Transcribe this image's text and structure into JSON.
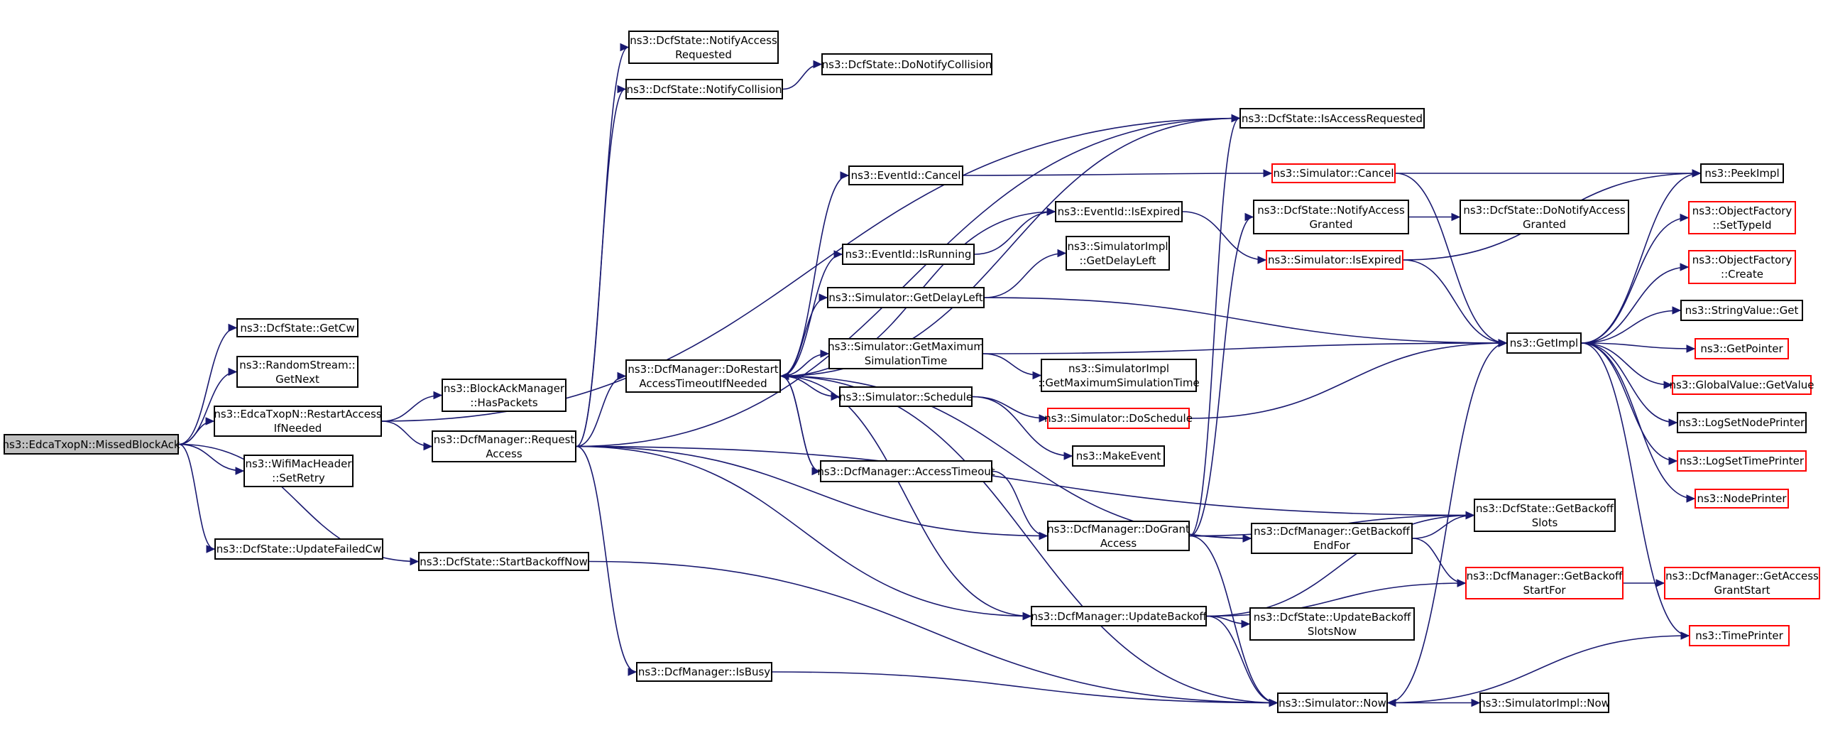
{
  "graph": {
    "edge_color": "#191970",
    "default_border": "#000000",
    "truncated_border": "#ff0000",
    "root_fill": "#bfbfbf",
    "nodes": [
      {
        "id": "missed",
        "lines": [
          "ns3::EdcaTxopN::MissedBlockAck"
        ],
        "root": true
      },
      {
        "id": "getcw",
        "lines": [
          "ns3::DcfState::GetCw"
        ]
      },
      {
        "id": "rsgetnext",
        "lines": [
          "ns3::RandomStream::",
          "GetNext"
        ]
      },
      {
        "id": "restartaccess",
        "lines": [
          "ns3::EdcaTxopN::RestartAccess",
          "IfNeeded"
        ]
      },
      {
        "id": "setretry",
        "lines": [
          "ns3::WifiMacHeader",
          "::SetRetry"
        ]
      },
      {
        "id": "updatefailedcw",
        "lines": [
          "ns3::DcfState::UpdateFailedCw"
        ]
      },
      {
        "id": "startbackoffnow",
        "lines": [
          "ns3::DcfState::StartBackoffNow"
        ]
      },
      {
        "id": "haspackets",
        "lines": [
          "ns3::BlockAckManager",
          "::HasPackets"
        ]
      },
      {
        "id": "requestaccess",
        "lines": [
          "ns3::DcfManager::Request",
          "Access"
        ]
      },
      {
        "id": "notifyaccessreq",
        "lines": [
          "ns3::DcfState::NotifyAccess",
          "Requested"
        ]
      },
      {
        "id": "notifycollision",
        "lines": [
          "ns3::DcfState::NotifyCollision"
        ]
      },
      {
        "id": "donotifycollision",
        "lines": [
          "ns3::DcfState::DoNotifyCollision"
        ]
      },
      {
        "id": "dorestart",
        "lines": [
          "ns3::DcfManager::DoRestart",
          "AccessTimeoutIfNeeded"
        ]
      },
      {
        "id": "isbusy",
        "lines": [
          "ns3::DcfManager::IsBusy"
        ]
      },
      {
        "id": "isaccessrequested",
        "lines": [
          "ns3::DcfState::IsAccessRequested"
        ]
      },
      {
        "id": "eventcancel",
        "lines": [
          "ns3::EventId::Cancel"
        ]
      },
      {
        "id": "eventisrunning",
        "lines": [
          "ns3::EventId::IsRunning"
        ]
      },
      {
        "id": "eventisexpired",
        "lines": [
          "ns3::EventId::IsExpired"
        ]
      },
      {
        "id": "simgetdelayleft",
        "lines": [
          "ns3::Simulator::GetDelayLeft"
        ]
      },
      {
        "id": "simimplgetdelayleft",
        "lines": [
          "ns3::SimulatorImpl",
          "::GetDelayLeft"
        ]
      },
      {
        "id": "simgetmaxsim",
        "lines": [
          "ns3::Simulator::GetMaximum",
          "SimulationTime"
        ]
      },
      {
        "id": "simimplgetmax",
        "lines": [
          "ns3::SimulatorImpl",
          "::GetMaximumSimulationTime"
        ]
      },
      {
        "id": "simschedule",
        "lines": [
          "ns3::Simulator::Schedule"
        ]
      },
      {
        "id": "simdoschedule",
        "lines": [
          "ns3::Simulator::DoSchedule"
        ],
        "red": true
      },
      {
        "id": "makeevent",
        "lines": [
          "ns3::MakeEvent"
        ]
      },
      {
        "id": "accesstimeout",
        "lines": [
          "ns3::DcfManager::AccessTimeout"
        ]
      },
      {
        "id": "dogrant",
        "lines": [
          "ns3::DcfManager::DoGrant",
          "Access"
        ]
      },
      {
        "id": "updatebackoff",
        "lines": [
          "ns3::DcfManager::UpdateBackoff"
        ]
      },
      {
        "id": "simcancel",
        "lines": [
          "ns3::Simulator::Cancel"
        ],
        "red": true
      },
      {
        "id": "notifyaccessgranted",
        "lines": [
          "ns3::DcfState::NotifyAccess",
          "Granted"
        ]
      },
      {
        "id": "donotifyaccessgranted",
        "lines": [
          "ns3::DcfState::DoNotifyAccess",
          "Granted"
        ]
      },
      {
        "id": "simisexpired",
        "lines": [
          "ns3::Simulator::IsExpired"
        ],
        "red": true
      },
      {
        "id": "getbackoffendfor",
        "lines": [
          "ns3::DcfManager::GetBackoff",
          "EndFor"
        ]
      },
      {
        "id": "getbackoffslots",
        "lines": [
          "ns3::DcfState::GetBackoff",
          "Slots"
        ]
      },
      {
        "id": "getbackoffstartfor",
        "lines": [
          "ns3::DcfManager::GetBackoff",
          "StartFor"
        ],
        "red": true
      },
      {
        "id": "updatebackoffslotsnow",
        "lines": [
          "ns3::DcfState::UpdateBackoff",
          "SlotsNow"
        ]
      },
      {
        "id": "simnow",
        "lines": [
          "ns3::Simulator::Now"
        ]
      },
      {
        "id": "simimplnow",
        "lines": [
          "ns3::SimulatorImpl::Now"
        ]
      },
      {
        "id": "getimpl",
        "lines": [
          "ns3::GetImpl"
        ]
      },
      {
        "id": "peekimpl",
        "lines": [
          "ns3::PeekImpl"
        ]
      },
      {
        "id": "ofsettypeid",
        "lines": [
          "ns3::ObjectFactory",
          "::SetTypeId"
        ],
        "red": true
      },
      {
        "id": "ofcreate",
        "lines": [
          "ns3::ObjectFactory",
          "::Create"
        ],
        "red": true
      },
      {
        "id": "stringvalueget",
        "lines": [
          "ns3::StringValue::Get"
        ]
      },
      {
        "id": "getpointer",
        "lines": [
          "ns3::GetPointer"
        ],
        "red": true
      },
      {
        "id": "globalvalueget",
        "lines": [
          "ns3::GlobalValue::GetValue"
        ],
        "red": true
      },
      {
        "id": "logsetnodeprinter",
        "lines": [
          "ns3::LogSetNodePrinter"
        ]
      },
      {
        "id": "logsettimeprinter",
        "lines": [
          "ns3::LogSetTimePrinter"
        ],
        "red": true
      },
      {
        "id": "nodeprinter",
        "lines": [
          "ns3::NodePrinter"
        ],
        "red": true
      },
      {
        "id": "getaccessgrantstart",
        "lines": [
          "ns3::DcfManager::GetAccess",
          "GrantStart"
        ],
        "red": true
      },
      {
        "id": "timeprinter",
        "lines": [
          "ns3::TimePrinter"
        ],
        "red": true
      }
    ],
    "edges": [
      [
        "missed",
        "getcw"
      ],
      [
        "missed",
        "rsgetnext"
      ],
      [
        "missed",
        "restartaccess"
      ],
      [
        "missed",
        "setretry"
      ],
      [
        "missed",
        "updatefailedcw"
      ],
      [
        "missed",
        "startbackoffnow"
      ],
      [
        "restartaccess",
        "haspackets"
      ],
      [
        "restartaccess",
        "requestaccess"
      ],
      [
        "restartaccess",
        "isaccessrequested"
      ],
      [
        "requestaccess",
        "notifyaccessreq"
      ],
      [
        "requestaccess",
        "notifycollision"
      ],
      [
        "requestaccess",
        "dorestart"
      ],
      [
        "requestaccess",
        "isaccessrequested"
      ],
      [
        "requestaccess",
        "isbusy"
      ],
      [
        "requestaccess",
        "getbackoffslots"
      ],
      [
        "requestaccess",
        "dogrant"
      ],
      [
        "requestaccess",
        "updatebackoff"
      ],
      [
        "notifycollision",
        "donotifycollision"
      ],
      [
        "dorestart",
        "isaccessrequested"
      ],
      [
        "dorestart",
        "eventcancel"
      ],
      [
        "dorestart",
        "eventisexpired"
      ],
      [
        "dorestart",
        "eventisrunning"
      ],
      [
        "dorestart",
        "simgetdelayleft"
      ],
      [
        "dorestart",
        "simgetmaxsim"
      ],
      [
        "dorestart",
        "simschedule"
      ],
      [
        "dorestart",
        "accesstimeout"
      ],
      [
        "dorestart",
        "updatebackoff"
      ],
      [
        "dorestart",
        "getbackoffendfor"
      ],
      [
        "dorestart",
        "simnow"
      ],
      [
        "eventcancel",
        "simcancel"
      ],
      [
        "eventisrunning",
        "eventisexpired"
      ],
      [
        "eventisexpired",
        "simisexpired"
      ],
      [
        "simgetdelayleft",
        "simimplgetdelayleft"
      ],
      [
        "simgetdelayleft",
        "getimpl"
      ],
      [
        "simgetmaxsim",
        "simimplgetmax"
      ],
      [
        "simgetmaxsim",
        "getimpl"
      ],
      [
        "simschedule",
        "simdoschedule"
      ],
      [
        "simschedule",
        "makeevent"
      ],
      [
        "simdoschedule",
        "getimpl"
      ],
      [
        "accesstimeout",
        "dorestart"
      ],
      [
        "accesstimeout",
        "dogrant"
      ],
      [
        "dogrant",
        "isaccessrequested"
      ],
      [
        "dogrant",
        "notifyaccessgranted"
      ],
      [
        "dogrant",
        "getbackoffendfor"
      ],
      [
        "dogrant",
        "getbackoffslots"
      ],
      [
        "dogrant",
        "simnow"
      ],
      [
        "notifyaccessgranted",
        "donotifyaccessgranted"
      ],
      [
        "simcancel",
        "peekimpl"
      ],
      [
        "simcancel",
        "getimpl"
      ],
      [
        "simisexpired",
        "peekimpl"
      ],
      [
        "simisexpired",
        "getimpl"
      ],
      [
        "getbackoffendfor",
        "getbackoffslots"
      ],
      [
        "getbackoffendfor",
        "getbackoffstartfor"
      ],
      [
        "getbackoffstartfor",
        "getaccessgrantstart"
      ],
      [
        "updatebackoff",
        "getbackoffslots"
      ],
      [
        "updatebackoff",
        "updatebackoffslotsnow"
      ],
      [
        "updatebackoff",
        "getbackoffstartfor"
      ],
      [
        "updatebackoff",
        "simnow"
      ],
      [
        "isbusy",
        "simnow"
      ],
      [
        "startbackoffnow",
        "simnow"
      ],
      [
        "simnow",
        "simimplnow"
      ],
      [
        "simnow",
        "getimpl"
      ],
      [
        "getimpl",
        "peekimpl"
      ],
      [
        "getimpl",
        "ofsettypeid"
      ],
      [
        "getimpl",
        "ofcreate"
      ],
      [
        "getimpl",
        "stringvalueget"
      ],
      [
        "getimpl",
        "getpointer"
      ],
      [
        "getimpl",
        "globalvalueget"
      ],
      [
        "getimpl",
        "logsetnodeprinter"
      ],
      [
        "getimpl",
        "logsettimeprinter"
      ],
      [
        "getimpl",
        "nodeprinter"
      ],
      [
        "getimpl",
        "timeprinter"
      ],
      [
        "timeprinter",
        "simnow"
      ]
    ]
  }
}
